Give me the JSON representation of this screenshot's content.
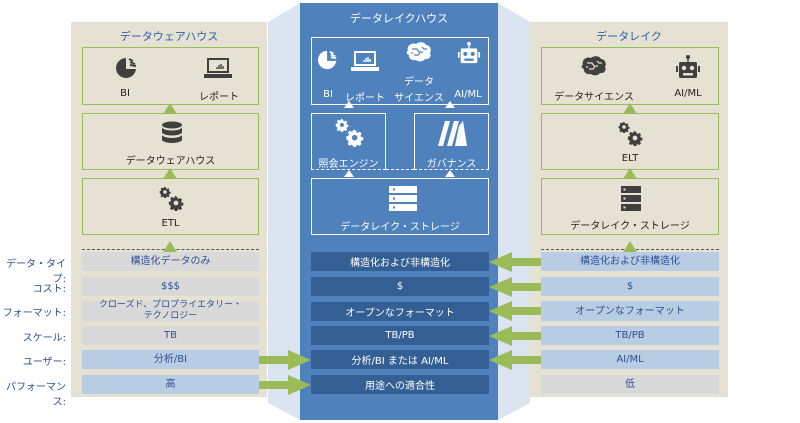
{
  "colors": {
    "panel_bg": "#e6e2d3",
    "center_bg": "#4f81bd",
    "center_row_bg": "#335f94",
    "wing_bg": "#dbe5f1",
    "green_accent": "#9bbb59",
    "title_blue": "#2f5ea8",
    "row_gray": "#d9d9d9",
    "row_blue": "#b8cce4"
  },
  "row_labels": [
    "データ・タイプ:",
    "コスト:",
    "フォーマット:",
    "スケール:",
    "ユーザー:",
    "パフォーマンス:"
  ],
  "warehouse": {
    "title": "データウェアハウス",
    "consumers": [
      {
        "icon": "pie-chart-icon",
        "label": "BI"
      },
      {
        "icon": "laptop-report-icon",
        "label": "レポート"
      }
    ],
    "storage": {
      "icon": "database-icon",
      "label": "データウェアハウス"
    },
    "process": {
      "icon": "gears-icon",
      "label": "ETL"
    },
    "rows": [
      {
        "text": "構造化データのみ",
        "style": "gray"
      },
      {
        "text": "$$$",
        "style": "gray"
      },
      {
        "text": "クローズド、プロプライエタリー・\nテクノロジー",
        "style": "gray"
      },
      {
        "text": "TB",
        "style": "gray"
      },
      {
        "text": "分析/BI",
        "style": "blue"
      },
      {
        "text": "高",
        "style": "blue"
      }
    ]
  },
  "lakehouse": {
    "title": "データレイクハウス",
    "consumers": [
      {
        "icon": "pie-chart-icon",
        "label": "BI"
      },
      {
        "icon": "laptop-report-icon",
        "label": "レポート"
      },
      {
        "icon": "brain-icon",
        "label_line1": "データ",
        "label_line2": "サイエンス"
      },
      {
        "icon": "robot-icon",
        "label": "AI/ML"
      }
    ],
    "query_engine": {
      "icon": "gears-icon",
      "label": "照会エンジン"
    },
    "governance": {
      "icon": "books-icon",
      "label": "ガバナンス"
    },
    "storage": {
      "icon": "server-icon",
      "label": "データレイク・ストレージ"
    },
    "rows": [
      "構造化および非構造化",
      "$",
      "オープンなフォーマット",
      "TB/PB",
      "分析/BI または AI/ML",
      "用途への適合性"
    ]
  },
  "lake": {
    "title": "データレイク",
    "consumers": [
      {
        "icon": "brain-icon",
        "label": "データサイエンス"
      },
      {
        "icon": "robot-icon",
        "label": "AI/ML"
      }
    ],
    "process": {
      "icon": "gears-icon",
      "label": "ELT"
    },
    "storage": {
      "icon": "server-icon",
      "label": "データレイク・ストレージ"
    },
    "rows": [
      {
        "text": "構造化および非構造化",
        "style": "blue"
      },
      {
        "text": "$",
        "style": "blue"
      },
      {
        "text": "オープンなフォーマット",
        "style": "blue"
      },
      {
        "text": "TB/PB",
        "style": "blue"
      },
      {
        "text": "AI/ML",
        "style": "blue"
      },
      {
        "text": "低",
        "style": "gray"
      }
    ]
  },
  "arrows": {
    "from_warehouse_rows": [
      4,
      5
    ],
    "from_lake_rows": [
      0,
      1,
      2,
      3,
      4
    ]
  }
}
